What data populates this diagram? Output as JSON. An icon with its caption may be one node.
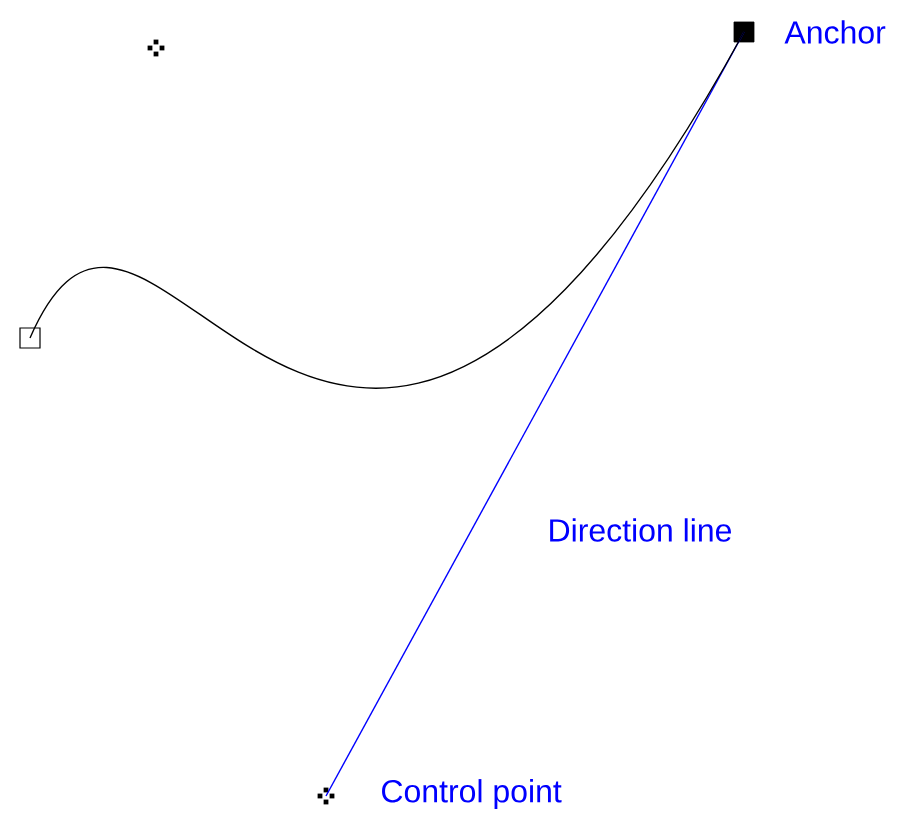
{
  "diagram": {
    "nodes": [
      {
        "text": [],
        "shape": "square",
        "beside": [
          "Anchor"
        ]
      },
      {
        "text": [],
        "shape": "point"
      },
      {
        "text": [],
        "shape": "box"
      },
      {
        "text": [],
        "shape": "point",
        "beside": [
          "Control point"
        ]
      }
    ],
    "edges": [
      {
        "from": 0,
        "to": 3,
        "arrow": "none",
        "color": "#0000ff",
        "label": "Direction line"
      },
      {
        "from": 2,
        "to": 0,
        "arrow": "none",
        "color": "#000000"
      }
    ]
  }
}
